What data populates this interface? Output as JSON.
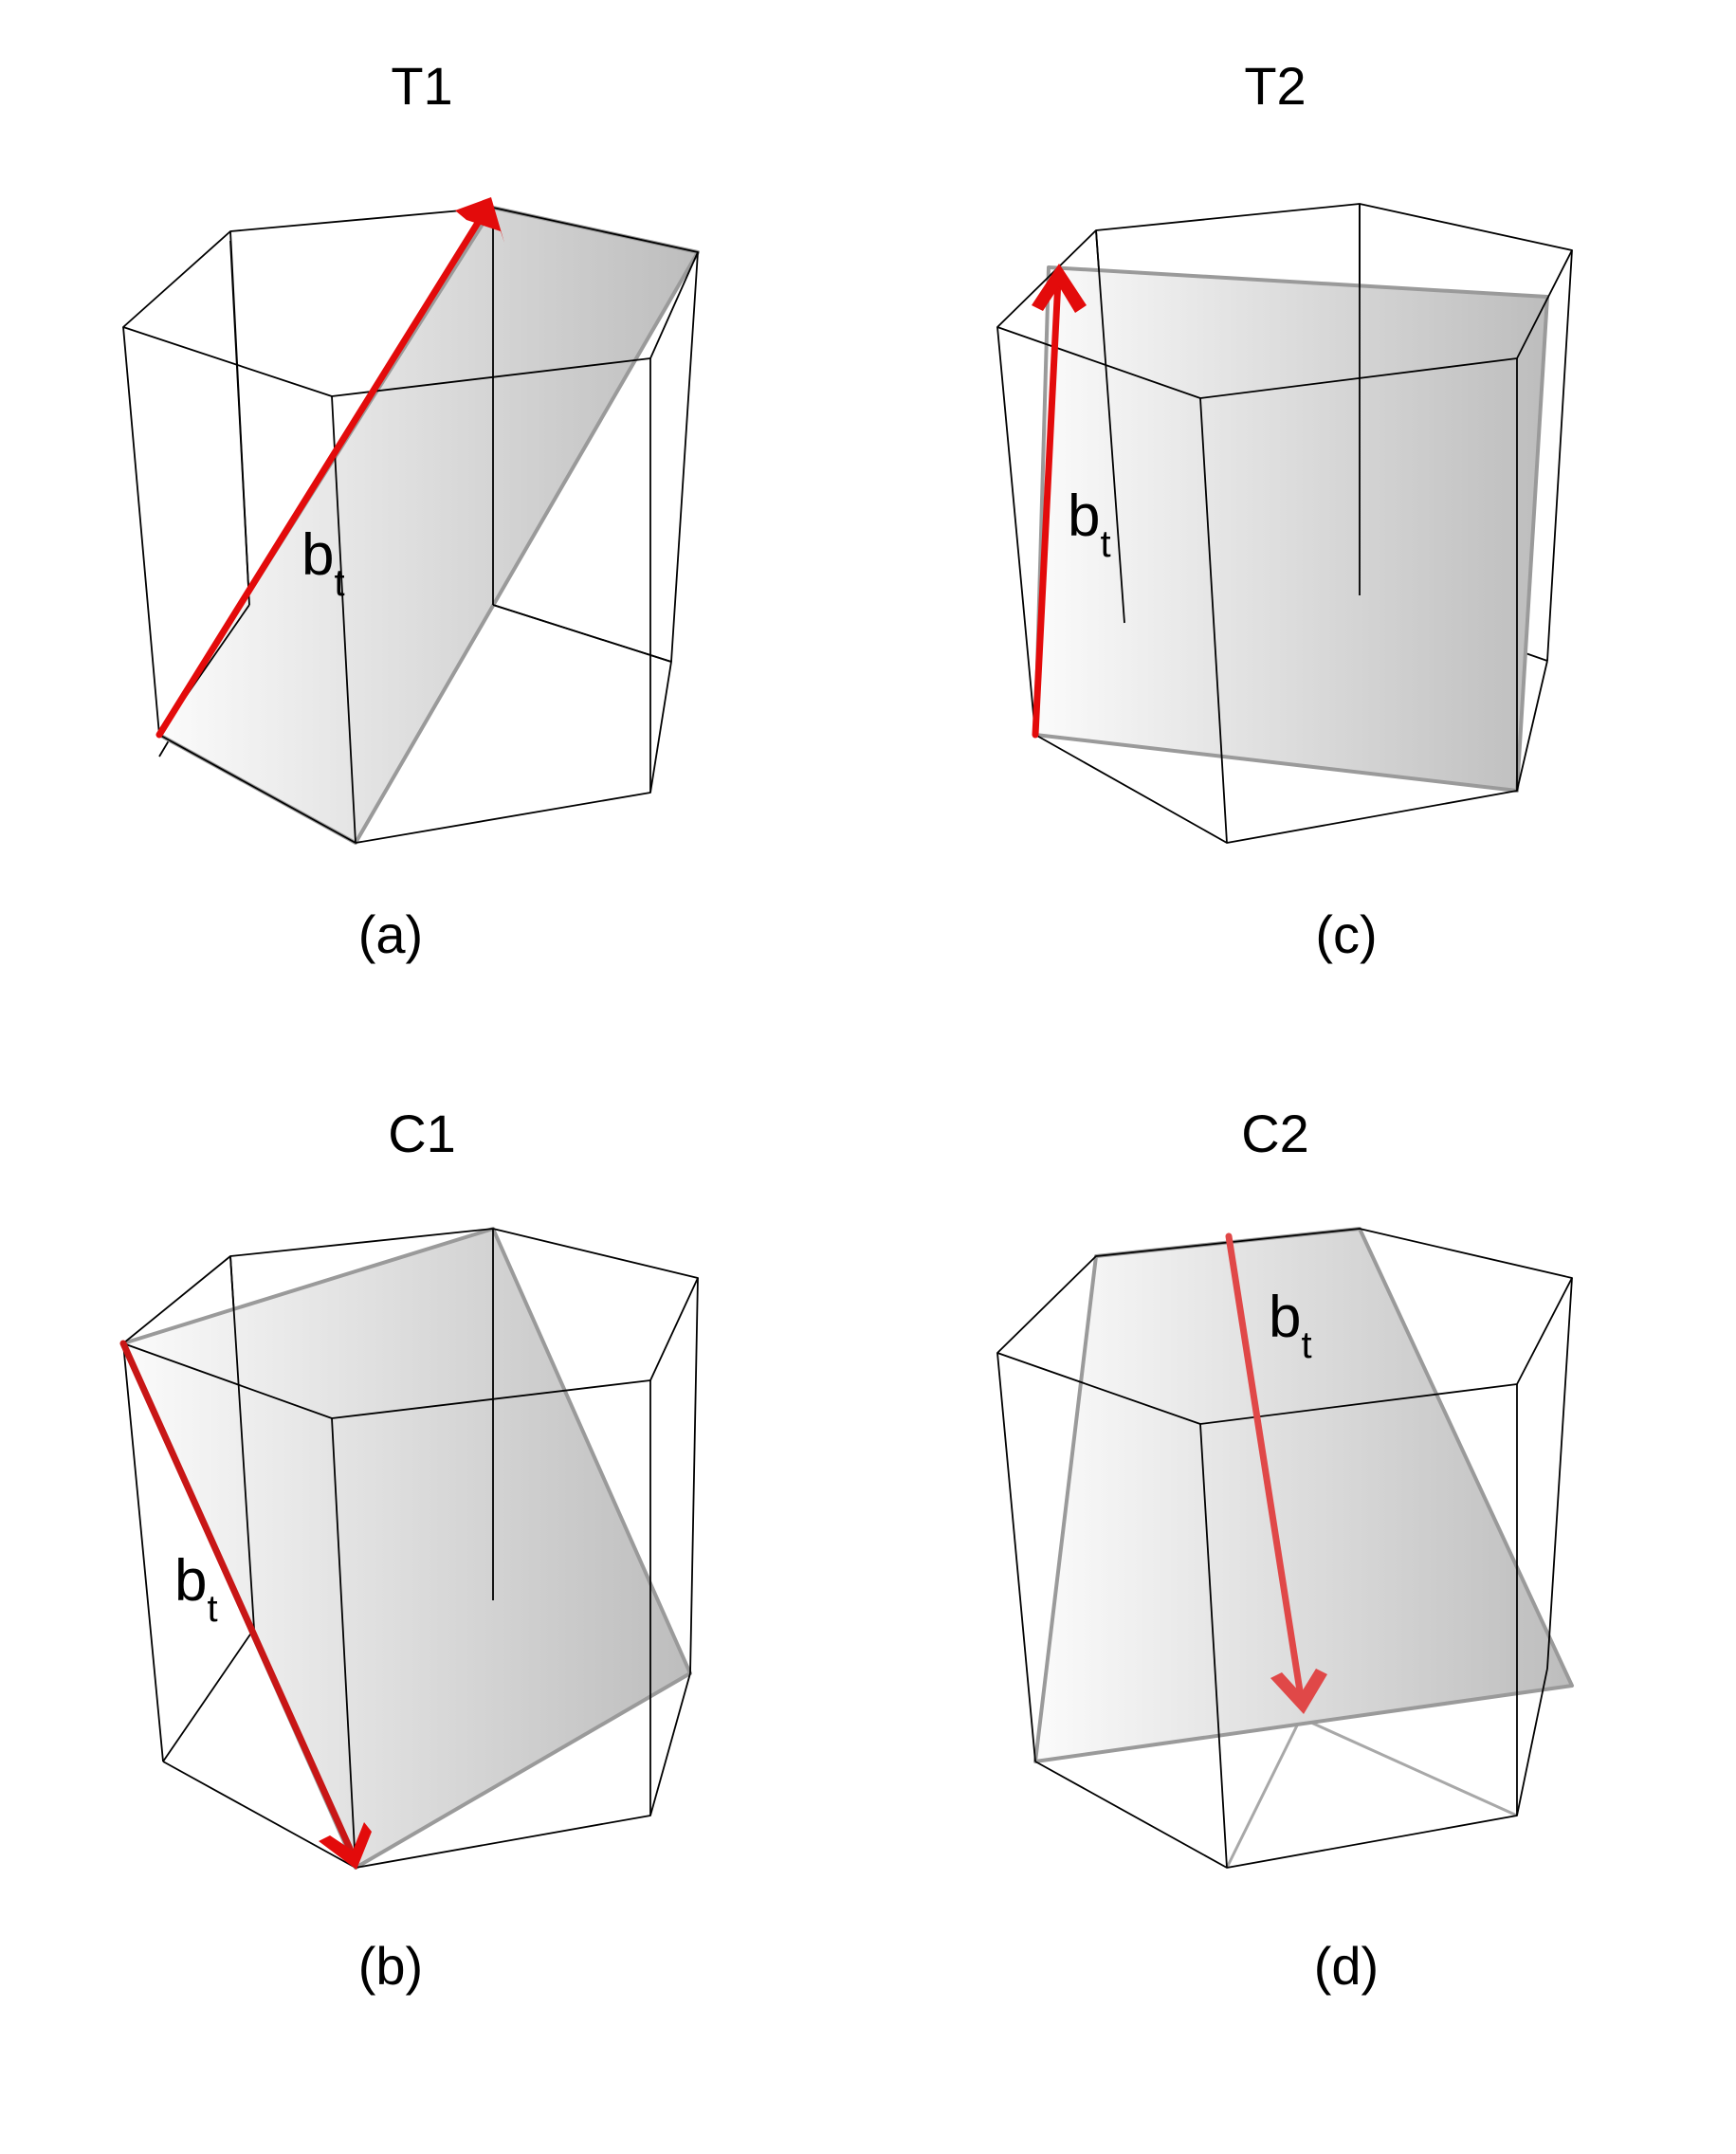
{
  "panels": [
    {
      "key": "a",
      "title": "T1",
      "caption": "(a)",
      "vector_label": "b",
      "vector_subscript": "t"
    },
    {
      "key": "c",
      "title": "T2",
      "caption": "(c)",
      "vector_label": "b",
      "vector_subscript": "t"
    },
    {
      "key": "b",
      "title": "C1",
      "caption": "(b)",
      "vector_label": "b",
      "vector_subscript": "t"
    },
    {
      "key": "d",
      "title": "C2",
      "caption": "(d)",
      "vector_label": "b",
      "vector_subscript": "t"
    }
  ],
  "colors": {
    "vector": "#e30b0b",
    "vector_d": "#e04848",
    "plane_light": "#fafafa",
    "plane_dark": "#bfbfbf",
    "edges": "#000000"
  }
}
